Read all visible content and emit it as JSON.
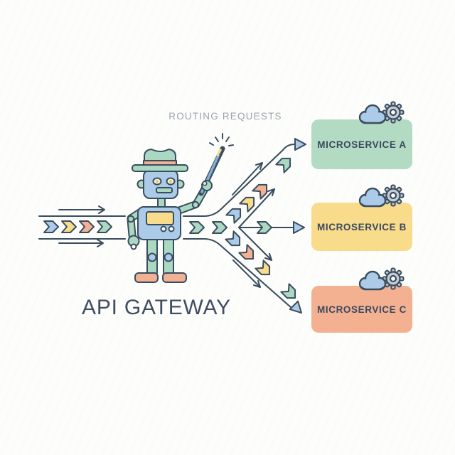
{
  "diagram": {
    "title": "API GATEWAY",
    "flow_label": "ROUTING REQUESTS"
  },
  "services": [
    {
      "label": "MICROSERVICE A",
      "color": "#b3dbc3"
    },
    {
      "label": "MICROSERVICE B",
      "color": "#f8dc8c"
    },
    {
      "label": "MICROSERVICE C",
      "color": "#f4b192"
    }
  ],
  "palette": {
    "outline": "#3a4d5e",
    "blue": "#accbe9",
    "green": "#abd8c2",
    "yellow": "#f8dc8c",
    "salmon": "#f2b094",
    "gear_gray": "#c4cdd5",
    "wand_blue": "#85aed1",
    "title_text": "#3f4e61",
    "muted_text": "#9aa4ad",
    "service_text": "#3b4a5e",
    "background": "#fdfefc"
  },
  "icons": {
    "cloud": "☁",
    "gear": "⚙",
    "sparkle": "✦",
    "robot": "🤖"
  }
}
